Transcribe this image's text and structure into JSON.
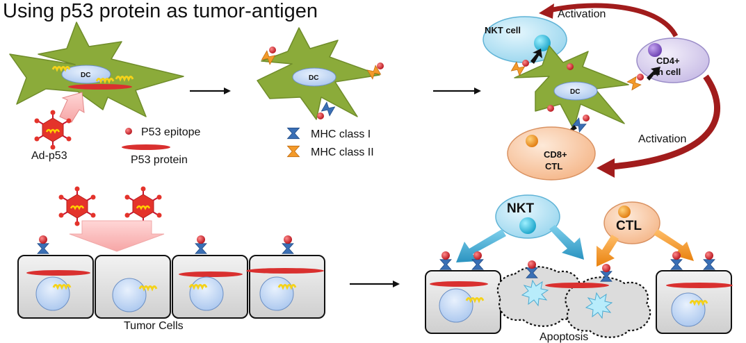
{
  "title": "Using p53 protein as tumor-antigen",
  "cells": {
    "dc_label": "DC",
    "nkt_cell": "NKT cell",
    "cd4_line1": "CD4+",
    "cd4_line2": "Th cell",
    "cd8_line1": "CD8+",
    "cd8_line2": "CTL",
    "nkt_short": "NKT",
    "ctl_short": "CTL"
  },
  "legend": {
    "ad_p53": "Ad-p53",
    "p53_epitope": "P53 epitope",
    "p53_protein": "P53 protein",
    "mhc_class_1": "MHC class I",
    "mhc_class_2": "MHC class II"
  },
  "activation_top": "Activation",
  "activation_right": "Activation",
  "tumor_cells": "Tumor Cells",
  "apoptosis": "Apoptosis",
  "colors": {
    "dc_green": "#8bab3a",
    "dc_body": "#c9dcf6",
    "epitope_red": "#c8102e",
    "protein_red": "#d9302f",
    "mhc1_blue": "#3a6fb5",
    "mhc2_orange": "#f08c1e",
    "nkt_fill": "#bfe6f5",
    "cd4_fill": "#dcd3ee",
    "cd8_fill": "#f9d2b0",
    "activation_arrow": "#a11c1c",
    "tumor_cell_fill": "#dcdcdc",
    "virus_red": "#e4332b"
  }
}
